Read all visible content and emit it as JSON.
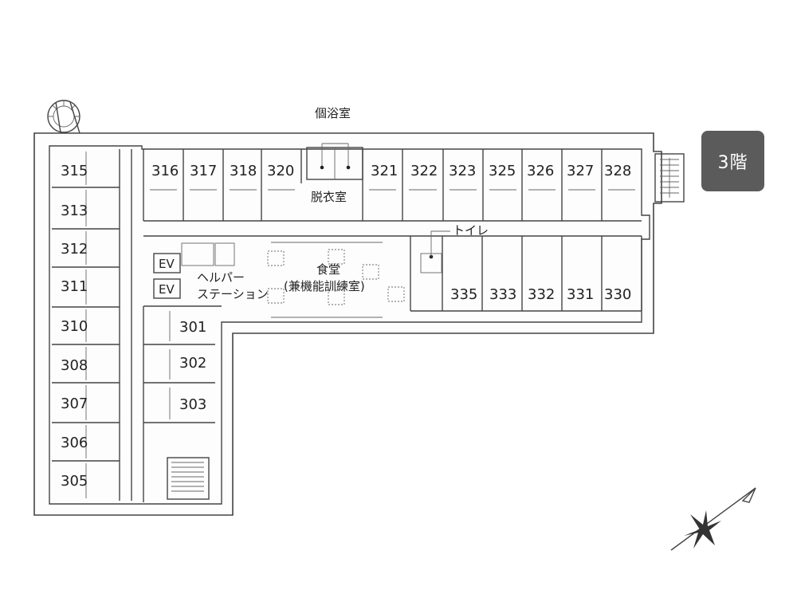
{
  "floor_label": "3階",
  "labels": {
    "bath": "個浴室",
    "dressing": "脱衣室",
    "toilet": "トイレ",
    "dining_line1": "食堂",
    "dining_line2": "(兼機能訓練室)",
    "helper_line1": "ヘルパー",
    "helper_line2": "ステーション",
    "ev1": "EV",
    "ev2": "EV"
  },
  "rooms": {
    "west_wing": [
      "315",
      "313",
      "312",
      "311",
      "310",
      "308",
      "307",
      "306",
      "305"
    ],
    "north_wing": [
      "316",
      "317",
      "318",
      "320",
      "321",
      "322",
      "323",
      "325",
      "326",
      "327",
      "328"
    ],
    "south_wing": [
      "335",
      "333",
      "332",
      "331",
      "330"
    ],
    "central_wing": [
      "301",
      "302",
      "303"
    ]
  }
}
